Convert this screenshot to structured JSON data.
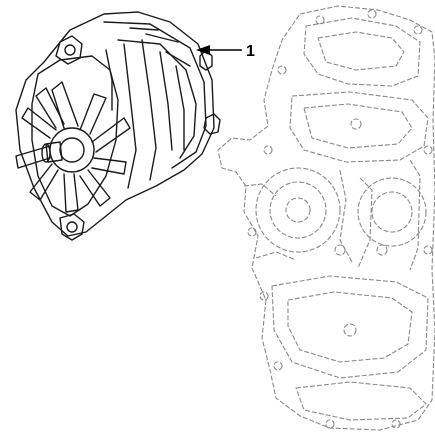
{
  "callouts": [
    {
      "number": "1",
      "target": "alternator"
    }
  ],
  "components": {
    "alternator": "alternator",
    "engine_block": "engine-block"
  },
  "colors": {
    "line": "#1a1a1a",
    "faint_line": "#8a8a8a",
    "background": "#ffffff"
  }
}
